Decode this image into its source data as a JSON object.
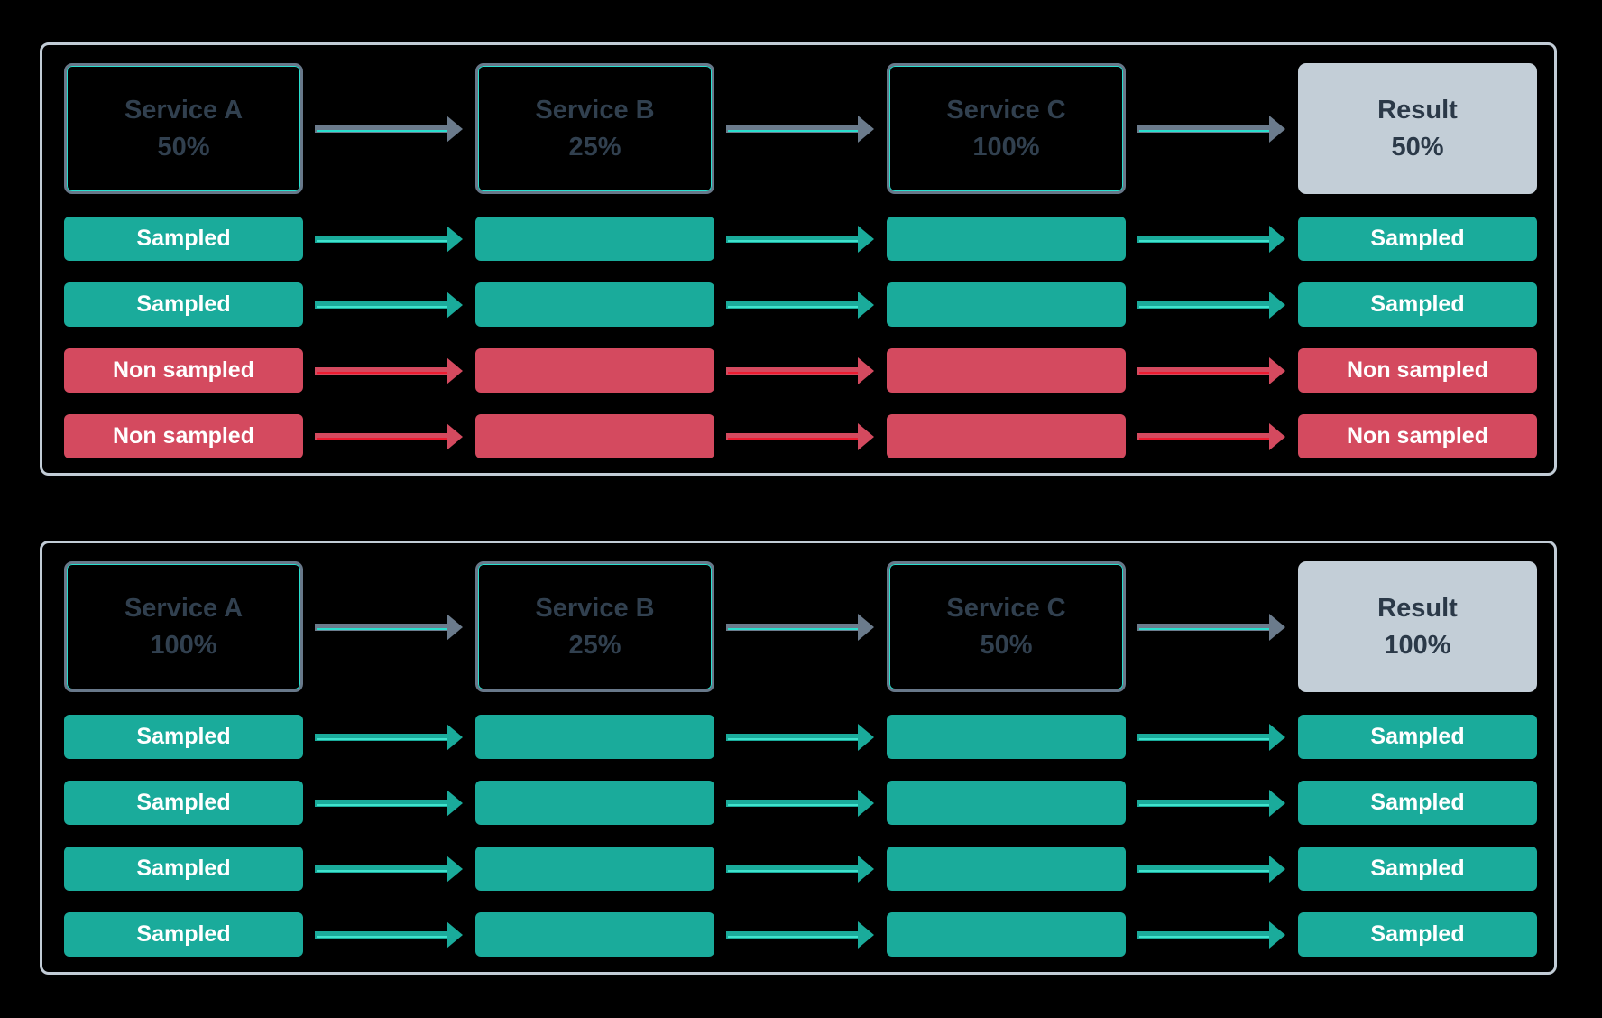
{
  "colors": {
    "background": "#000000",
    "panel_border": "#c2ccd6",
    "service_box_border": "#68788a",
    "service_box_accent_cyan": "#29dfce",
    "service_text": "#31404f",
    "result_fill": "#c3ced7",
    "result_text": "#2b3948",
    "sampled_green": "#1aab9b",
    "non_sampled_red": "#d44a5f",
    "arrow_gray": "#6b7b8c",
    "pill_text": "#ffffff"
  },
  "panels": [
    {
      "services": [
        {
          "label": "Service A",
          "percent": "50%"
        },
        {
          "label": "Service B",
          "percent": "25%"
        },
        {
          "label": "Service C",
          "percent": "100%"
        },
        {
          "label": "Result",
          "percent": "50%"
        }
      ],
      "rows": [
        {
          "label": "Sampled",
          "status": "sampled"
        },
        {
          "label": "Sampled",
          "status": "sampled"
        },
        {
          "label": "Non sampled",
          "status": "non-sampled"
        },
        {
          "label": "Non sampled",
          "status": "non-sampled"
        }
      ]
    },
    {
      "services": [
        {
          "label": "Service A",
          "percent": "100%"
        },
        {
          "label": "Service B",
          "percent": "25%"
        },
        {
          "label": "Service C",
          "percent": "50%"
        },
        {
          "label": "Result",
          "percent": "100%"
        }
      ],
      "rows": [
        {
          "label": "Sampled",
          "status": "sampled"
        },
        {
          "label": "Sampled",
          "status": "sampled"
        },
        {
          "label": "Sampled",
          "status": "sampled"
        },
        {
          "label": "Sampled",
          "status": "sampled"
        }
      ]
    }
  ]
}
